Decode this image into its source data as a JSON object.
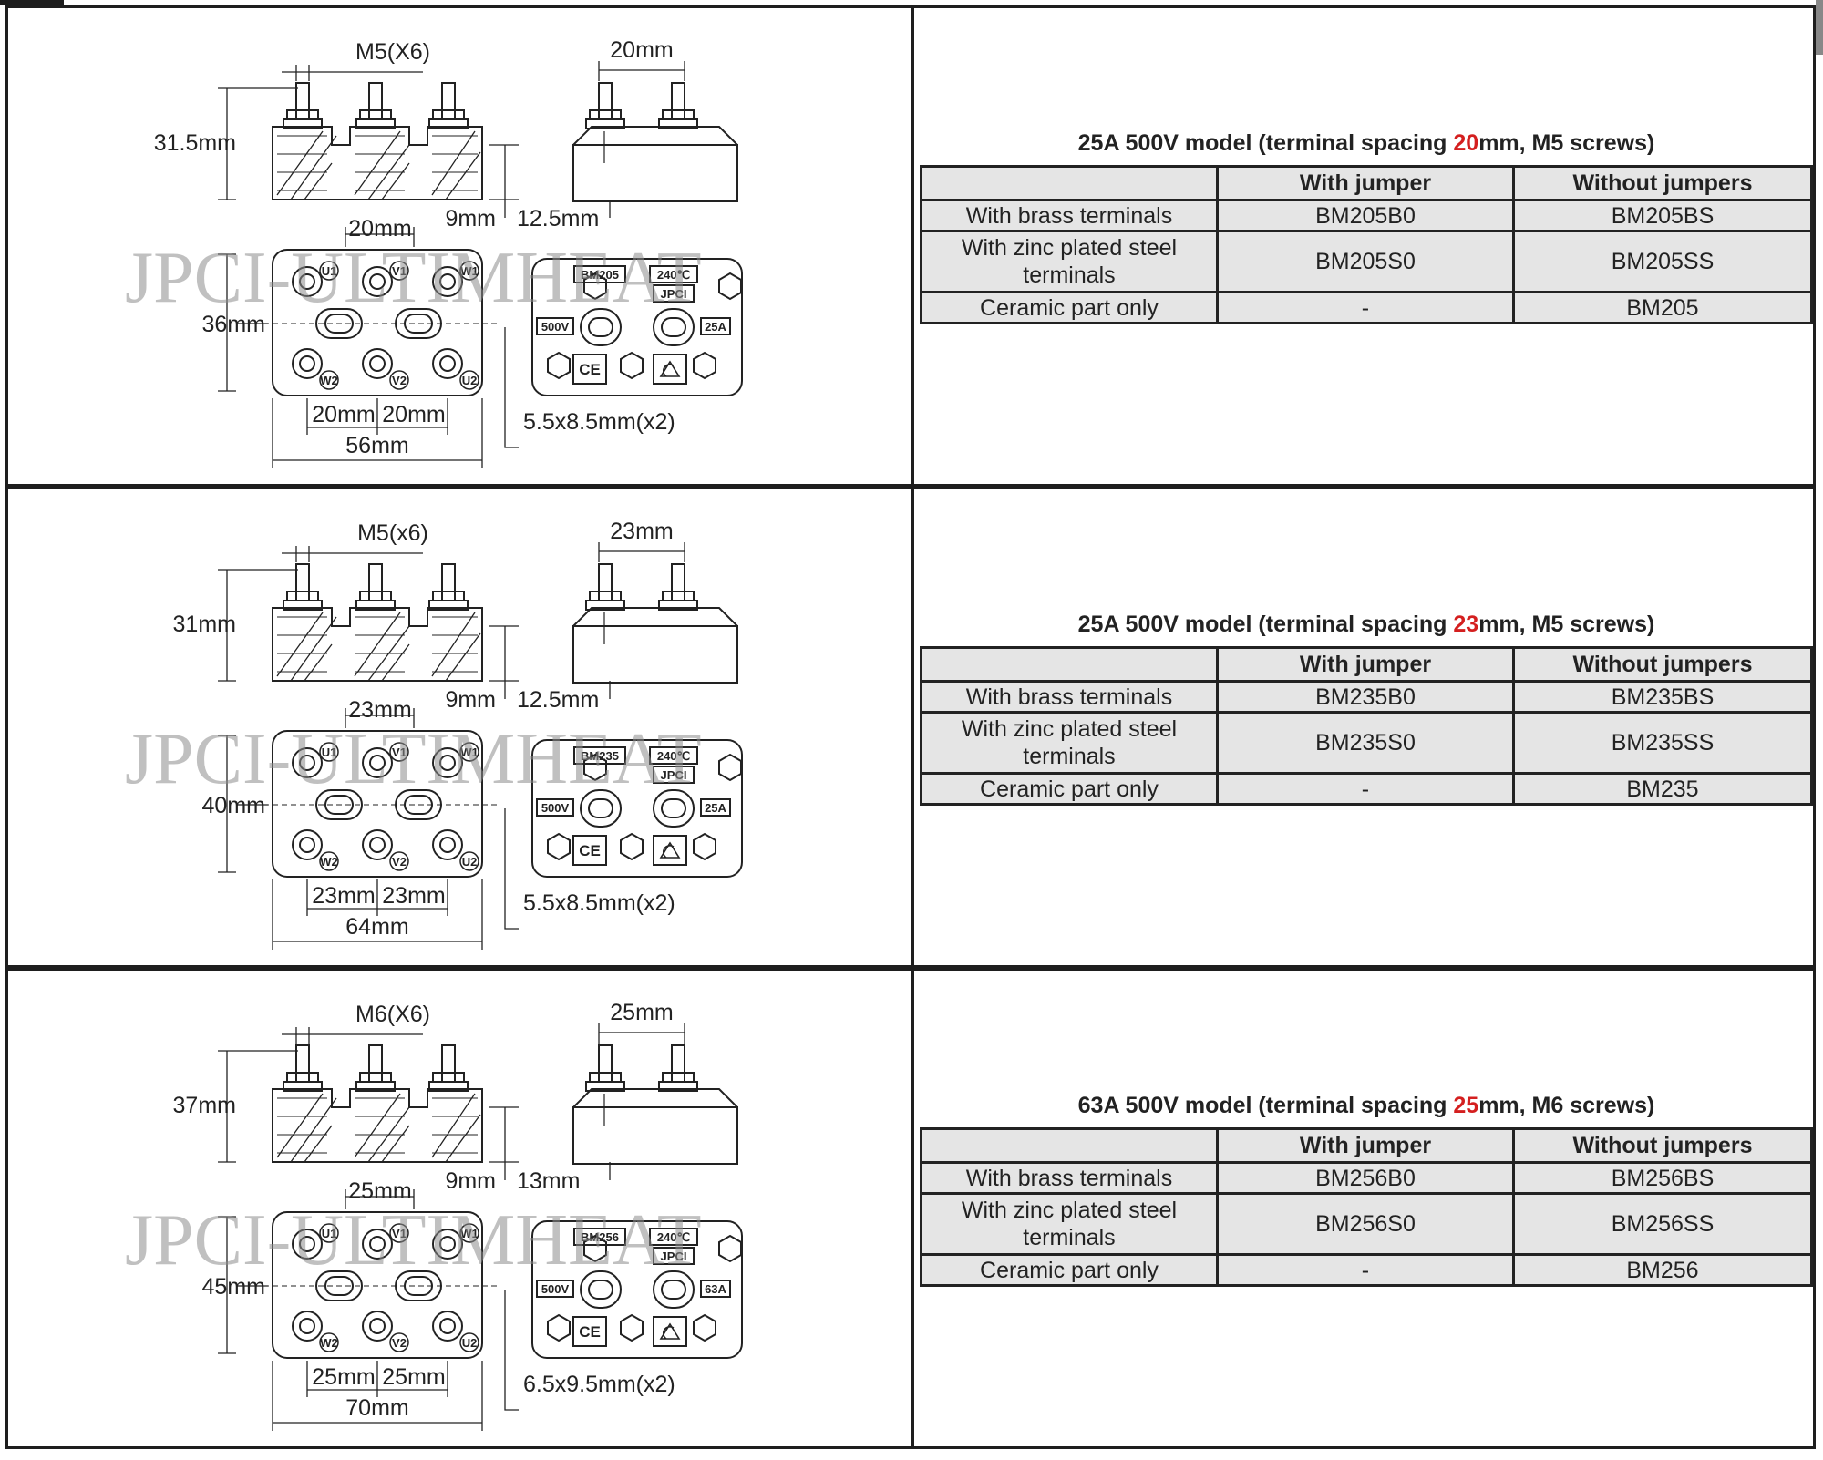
{
  "rows": [
    {
      "spec": {
        "title_prefix": "25A 500V model (terminal spacing ",
        "title_highlight": "20",
        "title_suffix": "mm, M5 screws)",
        "headers": [
          "",
          "With jumper",
          "Without jumpers"
        ],
        "rows": [
          [
            "With brass terminals",
            "BM205B0",
            "BM205BS"
          ],
          [
            "With zinc plated steel terminals",
            "BM205S0",
            "BM205SS"
          ],
          [
            "Ceramic part only",
            "-",
            "BM205"
          ]
        ]
      },
      "drawing": {
        "screw": "M5(X6)",
        "side_spacing": "20mm",
        "height": "31.5mm",
        "base_thickness": "9mm",
        "side_height": "12.5mm",
        "pitch_top": "20mm",
        "width_label": "36mm",
        "pitch_left": "20mm",
        "pitch_right": "20mm",
        "total_length": "56mm",
        "holes": "5.5x8.5mm(x2)",
        "watermark": "JPCI-ULTIMHEAT",
        "marks": {
          "model": "BM205",
          "temp": "240℃",
          "brand": "JPCI",
          "volt": "500V",
          "amp": "25A",
          "ce": "CE",
          "u1": "U1",
          "v1": "V1",
          "w1": "W1",
          "w2": "W2",
          "v2": "V2",
          "u2": "U2"
        }
      }
    },
    {
      "spec": {
        "title_prefix": "25A 500V model (terminal spacing ",
        "title_highlight": "23",
        "title_suffix": "mm, M5 screws)",
        "headers": [
          "",
          "With jumper",
          "Without jumpers"
        ],
        "rows": [
          [
            "With brass terminals",
            "BM235B0",
            "BM235BS"
          ],
          [
            "With zinc plated steel terminals",
            "BM235S0",
            "BM235SS"
          ],
          [
            "Ceramic part only",
            "-",
            "BM235"
          ]
        ]
      },
      "drawing": {
        "screw": "M5(x6)",
        "side_spacing": "23mm",
        "height": "31mm",
        "base_thickness": "9mm",
        "side_height": "12.5mm",
        "pitch_top": "23mm",
        "width_label": "40mm",
        "pitch_left": "23mm",
        "pitch_right": "23mm",
        "total_length": "64mm",
        "holes": "5.5x8.5mm(x2)",
        "watermark": "JPCI-ULTIMHEAT",
        "marks": {
          "model": "BM235",
          "temp": "240℃",
          "brand": "JPCI",
          "volt": "500V",
          "amp": "25A",
          "ce": "CE",
          "u1": "U1",
          "v1": "V1",
          "w1": "W1",
          "w2": "W2",
          "v2": "V2",
          "u2": "U2"
        }
      }
    },
    {
      "spec": {
        "title_prefix": "63A 500V model (terminal spacing ",
        "title_highlight": "25",
        "title_suffix": "mm, M6 screws)",
        "headers": [
          "",
          "With jumper",
          "Without jumpers"
        ],
        "rows": [
          [
            "With brass terminals",
            "BM256B0",
            "BM256BS"
          ],
          [
            "With zinc plated steel terminals",
            "BM256S0",
            "BM256SS"
          ],
          [
            "Ceramic part only",
            "-",
            "BM256"
          ]
        ]
      },
      "drawing": {
        "screw": "M6(X6)",
        "side_spacing": "25mm",
        "height": "37mm",
        "base_thickness": "9mm",
        "side_height": "13mm",
        "pitch_top": "25mm",
        "width_label": "45mm",
        "pitch_left": "25mm",
        "pitch_right": "25mm",
        "total_length": "70mm",
        "holes": "6.5x9.5mm(x2)",
        "watermark": "JPCI-ULTIMHEAT",
        "marks": {
          "model": "BM256",
          "temp": "240℃",
          "brand": "JPCI",
          "volt": "500V",
          "amp": "63A",
          "ce": "CE",
          "u1": "U1",
          "v1": "V1",
          "w1": "W1",
          "w2": "W2",
          "v2": "V2",
          "u2": "U2"
        }
      }
    }
  ]
}
